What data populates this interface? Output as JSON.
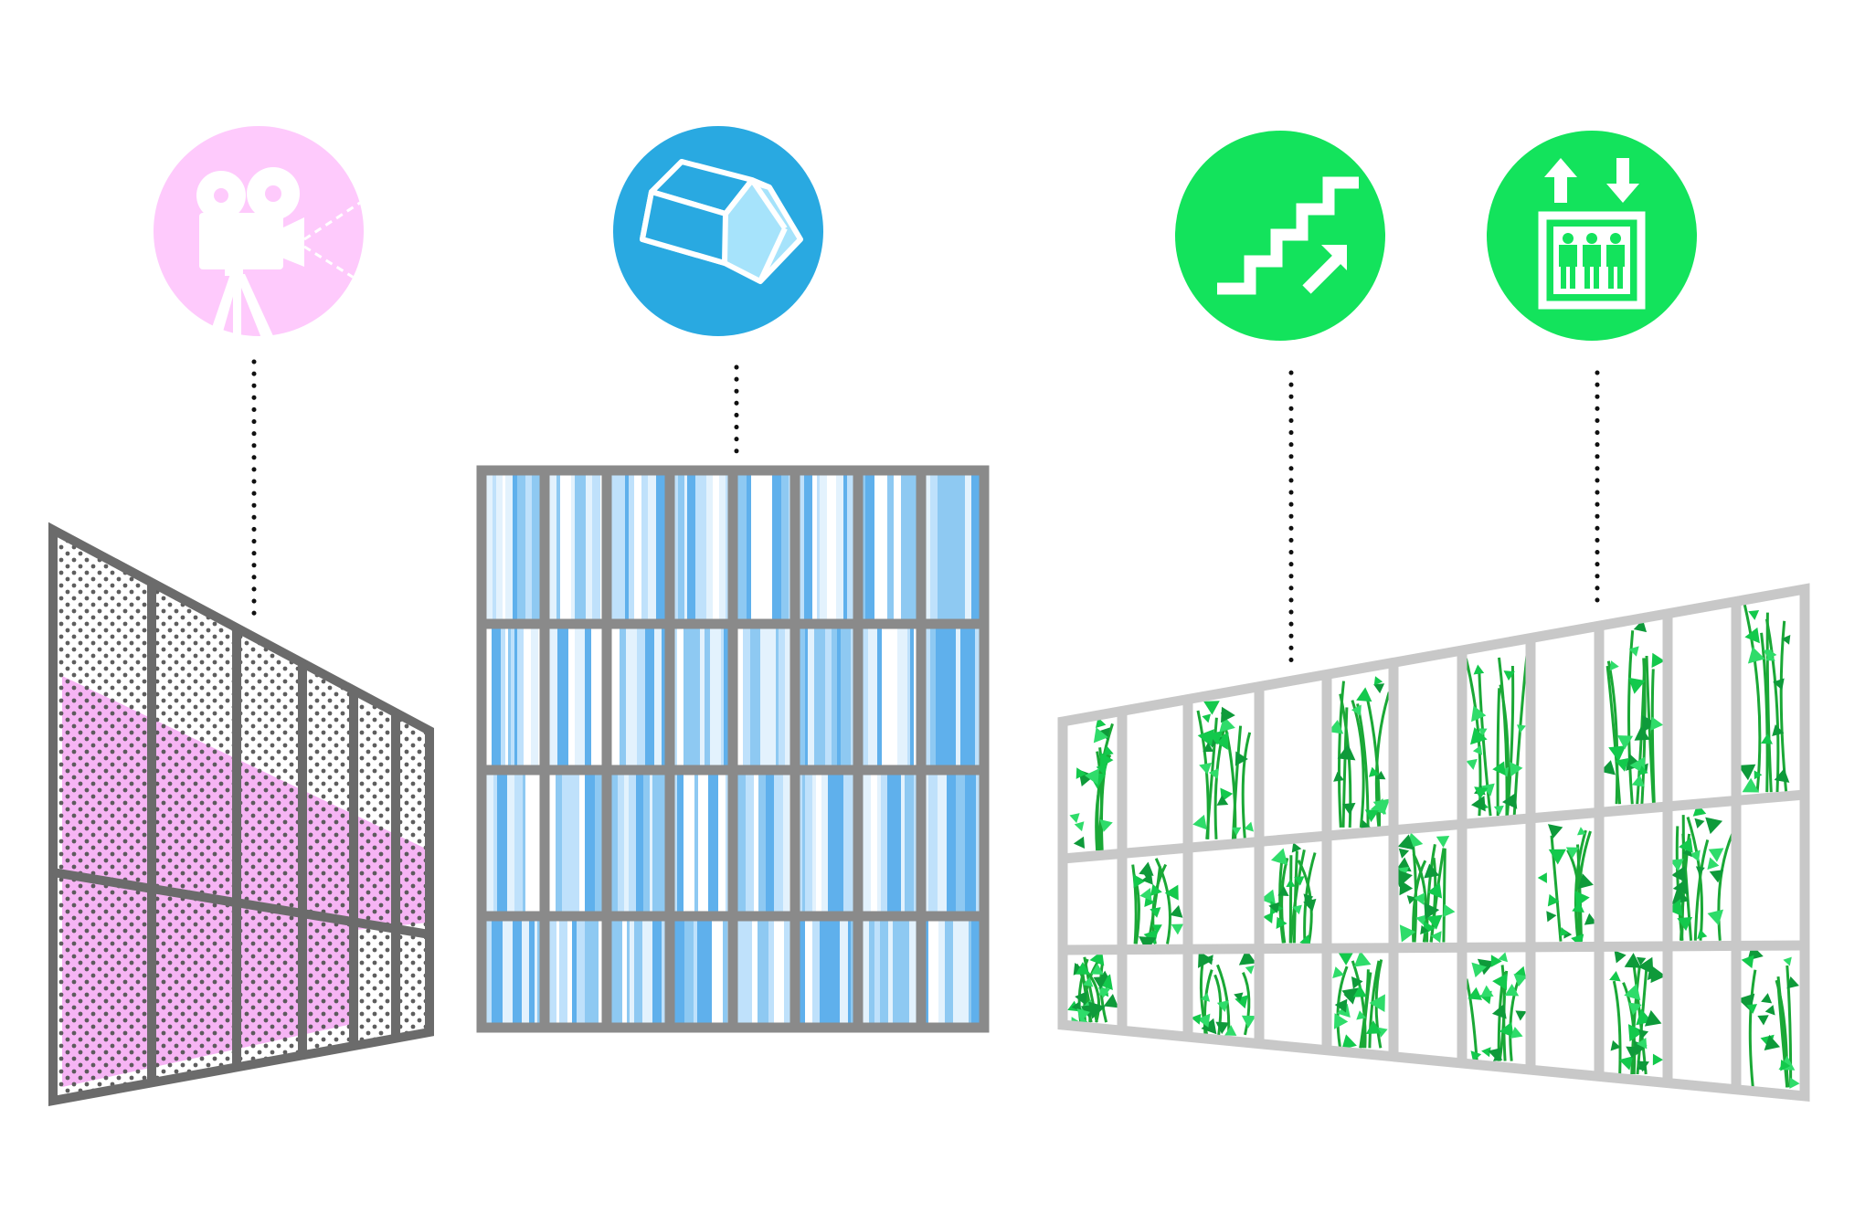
{
  "diagram": {
    "type": "facade-strategy-diagram",
    "background_color": "#ffffff",
    "icons": [
      {
        "id": "projection",
        "icon": "movie-projector-icon",
        "circle_color": "#fecafc",
        "glyph_color": "#ffffff"
      },
      {
        "id": "greenhouse",
        "icon": "greenhouse-icon",
        "circle_color": "#29a9e1",
        "glyph_color": "#ffffff",
        "accent_color": "#a6e3fb"
      },
      {
        "id": "stairs",
        "icon": "stairs-up-icon",
        "circle_color": "#13e35c",
        "glyph_color": "#ffffff"
      },
      {
        "id": "elevator",
        "icon": "elevator-icon",
        "circle_color": "#13e35c",
        "glyph_color": "#ffffff"
      }
    ],
    "panels": [
      {
        "id": "perforated-screen",
        "frame_color": "#6b6b6b",
        "dot_color": "#555555",
        "highlight_color": "#f6b4f4",
        "columns": 6,
        "rows": 2
      },
      {
        "id": "glass-wall",
        "frame_color": "#8a8a8a",
        "stripe_colors": [
          "#8ec9f2",
          "#bfe1fb",
          "#e3f2fd",
          "#5fb0ec",
          "#ffffff"
        ],
        "columns": 8,
        "rows": 4
      },
      {
        "id": "green-wall",
        "frame_color": "#c8c8c8",
        "vine_color": "#1aa836",
        "leaf_colors": [
          "#13c94c",
          "#0e9a3a",
          "#2fdc6a"
        ],
        "columns": 11,
        "rows": 3
      }
    ],
    "connector_style": "dotted",
    "connector_color": "#111111"
  }
}
